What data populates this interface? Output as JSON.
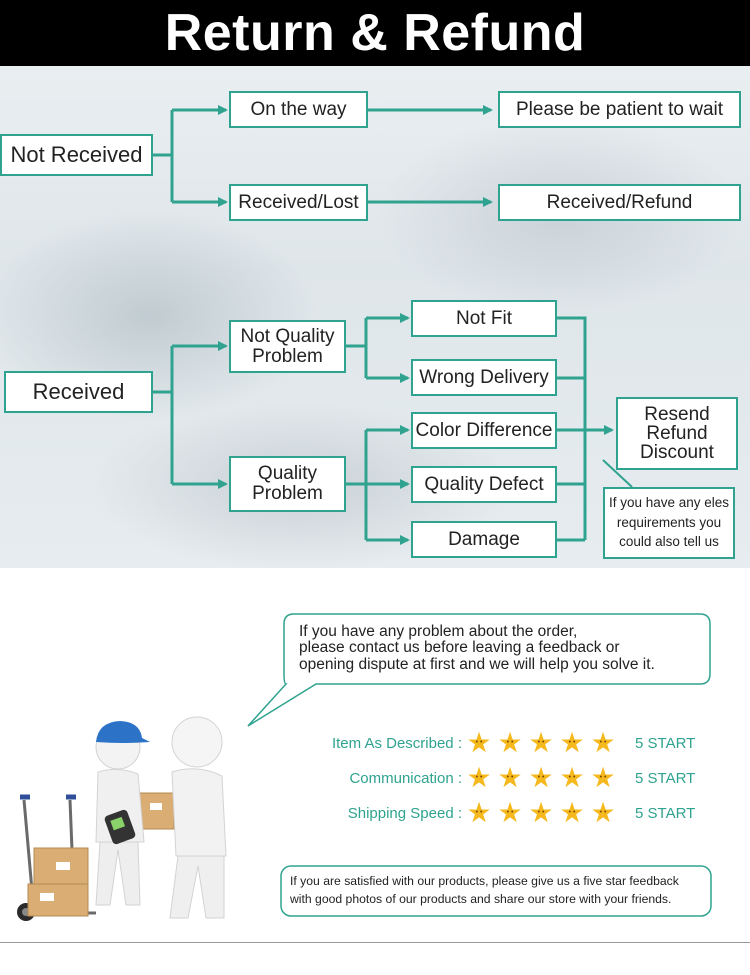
{
  "header": {
    "title": "Return & Refund"
  },
  "not_received": {
    "root": "Not Received",
    "on_the_way": "On the way",
    "on_the_way_result": "Please be patient to wait",
    "received_lost": "Received/Lost",
    "received_lost_result": "Received/Refund"
  },
  "received": {
    "root": "Received",
    "not_quality_problem": "Not Quality Problem",
    "quality_problem": "Quality Problem",
    "not_fit": "Not Fit",
    "wrong_delivery": "Wrong Delivery",
    "color_difference": "Color Difference",
    "quality_defect": "Quality Defect",
    "damage": "Damage",
    "resolution": [
      "Resend",
      "Refund",
      "Discount"
    ],
    "note": [
      "If you have any eles",
      "requirements you",
      "could also tell us"
    ]
  },
  "contact": {
    "message_lines": [
      "If you have any problem about the order,",
      "please contact us before leaving a feedback or",
      "opening dispute at first and we will help you solve it."
    ]
  },
  "ratings": [
    {
      "label": "Item As Described :",
      "stars": 5,
      "value": "5 START"
    },
    {
      "label": "Communication :",
      "stars": 5,
      "value": "5 START"
    },
    {
      "label": "Shipping Speed :",
      "stars": 5,
      "value": "5 START"
    }
  ],
  "footer": {
    "lines": [
      "If you are satisfied with our products, please give us a five star feedback",
      "with good photos of our products and share our store with your friends."
    ]
  },
  "colors": {
    "accent": "#2fa38f",
    "header_bg": "#000000",
    "star": "#f5b91e"
  },
  "icons": [
    "arrow-icon",
    "star-icon",
    "delivery-man-illustration",
    "hand-truck-icon",
    "package-icon"
  ]
}
